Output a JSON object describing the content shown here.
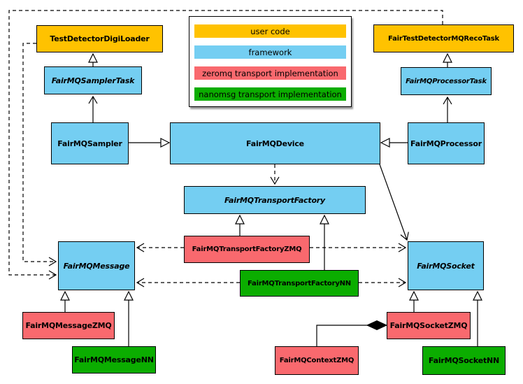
{
  "colors": {
    "user_code": "#FFC200",
    "framework": "#74CEF2",
    "zeromq": "#F9696E",
    "nanomsg": "#0BAD00"
  },
  "legend": {
    "items": [
      {
        "label": "user code",
        "color_key": "user_code"
      },
      {
        "label": "framework",
        "color_key": "framework"
      },
      {
        "label": "zeromq transport implementation",
        "color_key": "zeromq"
      },
      {
        "label": "nanomsg transport implementation",
        "color_key": "nanomsg"
      }
    ]
  },
  "nodes": {
    "testDetectorDigiLoader": {
      "label": "TestDetectorDigiLoader",
      "category": "user_code",
      "abstract": false
    },
    "fairTestDetectorMQRecoTask": {
      "label": "FairTestDetectorMQRecoTask",
      "category": "user_code",
      "abstract": false
    },
    "fairMQSamplerTask": {
      "label": "FairMQSamplerTask",
      "category": "framework",
      "abstract": true
    },
    "fairMQProcessorTask": {
      "label": "FairMQProcessorTask",
      "category": "framework",
      "abstract": true
    },
    "fairMQSampler": {
      "label": "FairMQSampler",
      "category": "framework",
      "abstract": false
    },
    "fairMQDevice": {
      "label": "FairMQDevice",
      "category": "framework",
      "abstract": false
    },
    "fairMQProcessor": {
      "label": "FairMQProcessor",
      "category": "framework",
      "abstract": false
    },
    "fairMQTransportFactory": {
      "label": "FairMQTransportFactory",
      "category": "framework",
      "abstract": true
    },
    "fairMQTransportFactoryZMQ": {
      "label": "FairMQTransportFactoryZMQ",
      "category": "zeromq",
      "abstract": false
    },
    "fairMQTransportFactoryNN": {
      "label": "FairMQTransportFactoryNN",
      "category": "nanomsg",
      "abstract": false
    },
    "fairMQMessage": {
      "label": "FairMQMessage",
      "category": "framework",
      "abstract": true
    },
    "fairMQSocket": {
      "label": "FairMQSocket",
      "category": "framework",
      "abstract": true
    },
    "fairMQMessageZMQ": {
      "label": "FairMQMessageZMQ",
      "category": "zeromq",
      "abstract": false
    },
    "fairMQMessageNN": {
      "label": "FairMQMessageNN",
      "category": "nanomsg",
      "abstract": false
    },
    "fairMQContextZMQ": {
      "label": "FairMQContextZMQ",
      "category": "zeromq",
      "abstract": false
    },
    "fairMQSocketZMQ": {
      "label": "FairMQSocketZMQ",
      "category": "zeromq",
      "abstract": false
    },
    "fairMQSocketNN": {
      "label": "FairMQSocketNN",
      "category": "nanomsg",
      "abstract": false
    }
  },
  "edges": [
    {
      "from": "fairMQSamplerTask",
      "to": "testDetectorDigiLoader",
      "style": "solid-hollow-triangle"
    },
    {
      "from": "fairMQProcessorTask",
      "to": "fairTestDetectorMQRecoTask",
      "style": "solid-hollow-triangle"
    },
    {
      "from": "fairMQSampler",
      "to": "fairMQSamplerTask",
      "style": "solid-open-arrow"
    },
    {
      "from": "fairMQProcessor",
      "to": "fairMQProcessorTask",
      "style": "solid-open-arrow"
    },
    {
      "from": "fairMQSampler",
      "to": "fairMQDevice",
      "style": "solid-hollow-triangle"
    },
    {
      "from": "fairMQProcessor",
      "to": "fairMQDevice",
      "style": "solid-hollow-triangle"
    },
    {
      "from": "fairMQDevice",
      "to": "fairMQTransportFactory",
      "style": "dashed-open-arrow"
    },
    {
      "from": "fairMQDevice",
      "to": "fairMQSocket",
      "style": "solid-open-arrow"
    },
    {
      "from": "fairMQTransportFactoryZMQ",
      "to": "fairMQTransportFactory",
      "style": "solid-hollow-triangle"
    },
    {
      "from": "fairMQTransportFactoryNN",
      "to": "fairMQTransportFactory",
      "style": "solid-hollow-triangle"
    },
    {
      "from": "fairMQTransportFactoryZMQ",
      "to": "fairMQMessage",
      "style": "dashed-open-arrow"
    },
    {
      "from": "fairMQTransportFactoryZMQ",
      "to": "fairMQSocket",
      "style": "dashed-open-arrow"
    },
    {
      "from": "fairMQTransportFactoryNN",
      "to": "fairMQMessage",
      "style": "dashed-open-arrow"
    },
    {
      "from": "fairMQTransportFactoryNN",
      "to": "fairMQSocket",
      "style": "dashed-open-arrow"
    },
    {
      "from": "testDetectorDigiLoader",
      "to": "fairMQMessage",
      "style": "dashed-open-arrow"
    },
    {
      "from": "fairTestDetectorMQRecoTask",
      "to": "fairMQMessage",
      "style": "dashed-open-arrow"
    },
    {
      "from": "fairMQMessageZMQ",
      "to": "fairMQMessage",
      "style": "solid-hollow-triangle"
    },
    {
      "from": "fairMQMessageNN",
      "to": "fairMQMessage",
      "style": "solid-hollow-triangle"
    },
    {
      "from": "fairMQSocketZMQ",
      "to": "fairMQSocket",
      "style": "solid-hollow-triangle"
    },
    {
      "from": "fairMQSocketNN",
      "to": "fairMQSocket",
      "style": "solid-hollow-triangle"
    },
    {
      "from": "fairMQContextZMQ",
      "to": "fairMQSocketZMQ",
      "style": "solid-filled-diamond"
    }
  ]
}
